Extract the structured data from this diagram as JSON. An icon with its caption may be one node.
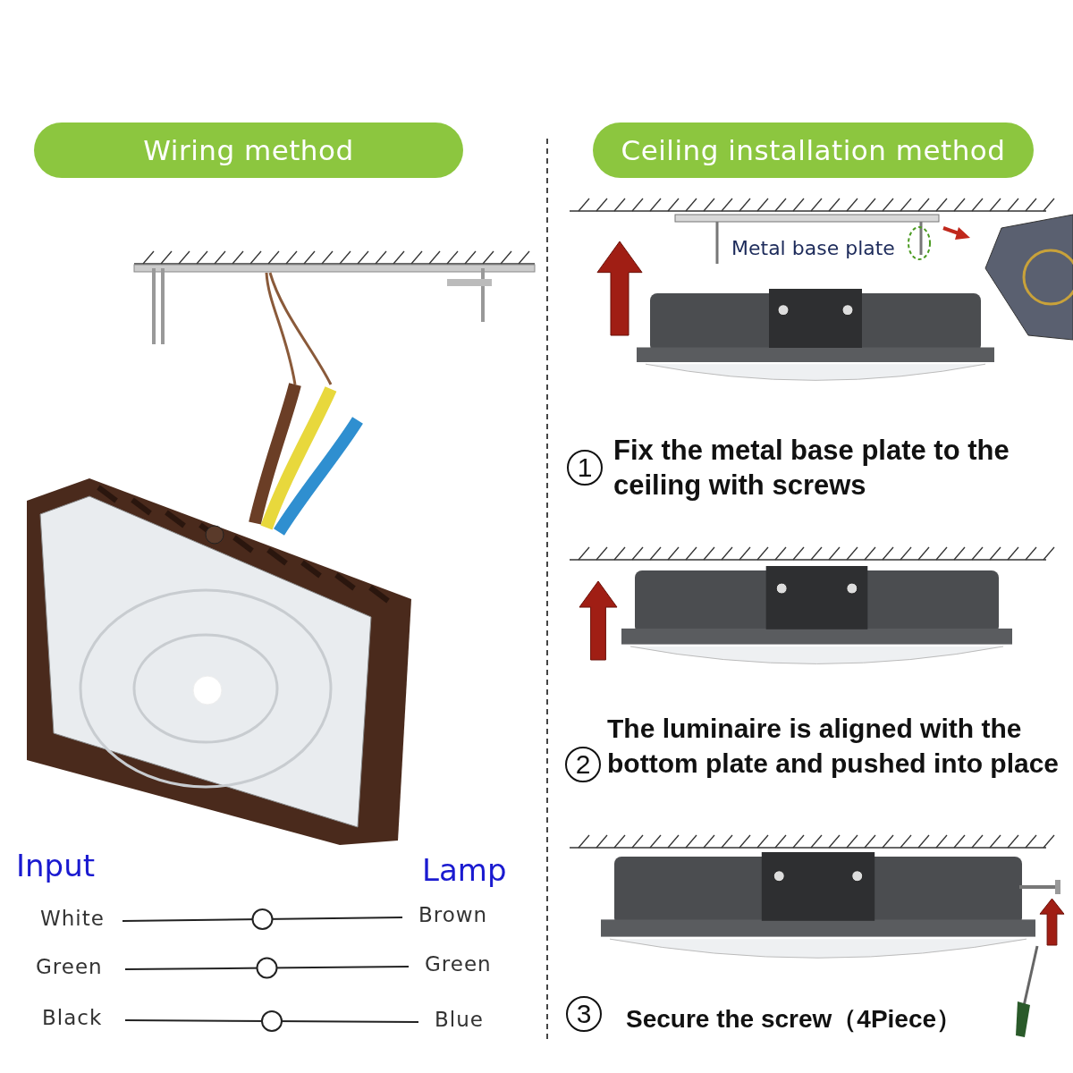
{
  "diagram": {
    "nodes": [
      {
        "text": [
          "Wiring method"
        ]
      },
      {
        "text": [
          "Ceiling installation method"
        ]
      },
      {
        "text": [
          "White"
        ]
      },
      {
        "text": [
          "Brown"
        ]
      },
      {
        "text": [
          "Green"
        ]
      },
      {
        "text": [
          "Green"
        ]
      },
      {
        "text": [
          "Black"
        ]
      },
      {
        "text": [
          "Blue"
        ]
      }
    ],
    "edges": [
      {
        "from": 2,
        "to": 3,
        "arrow": "none"
      },
      {
        "from": 4,
        "to": 5,
        "arrow": "none"
      },
      {
        "from": 6,
        "to": 7,
        "arrow": "none"
      }
    ],
    "labels": [
      "Input",
      "Lamp",
      "Metal base plate",
      "1",
      "Fix the metal base plate to the ceiling with screws",
      "2",
      "The luminaire is aligned with the bottom plate and pushed into place",
      "3",
      "Secure the screw（4Piece）"
    ]
  }
}
